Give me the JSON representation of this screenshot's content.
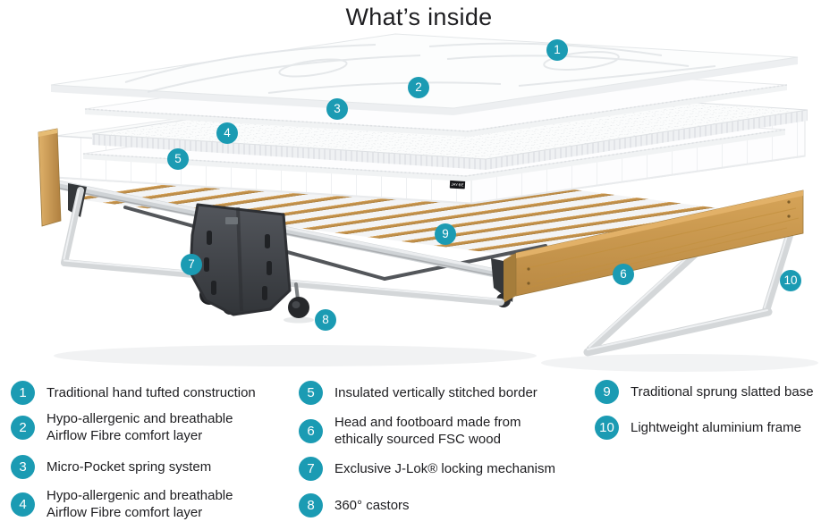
{
  "title": "What’s inside",
  "accent_color": "#1b9bb3",
  "brand_label": "JAY-BE",
  "items": [
    {
      "num": "1",
      "text": "Traditional hand tufted construction"
    },
    {
      "num": "2",
      "text": "Hypo-allergenic and breathable\nAirflow Fibre comfort layer"
    },
    {
      "num": "3",
      "text": "Micro-Pocket spring system"
    },
    {
      "num": "4",
      "text": "Hypo-allergenic and breathable\nAirflow Fibre comfort layer"
    },
    {
      "num": "5",
      "text": "Insulated vertically stitched border"
    },
    {
      "num": "6",
      "text": "Head and footboard made from\nethically sourced FSC wood"
    },
    {
      "num": "7",
      "text": "Exclusive J-Lok® locking mechanism"
    },
    {
      "num": "8",
      "text": "360° castors"
    },
    {
      "num": "9",
      "text": "Traditional sprung slatted base"
    },
    {
      "num": "10",
      "text": "Lightweight aluminium frame"
    }
  ]
}
